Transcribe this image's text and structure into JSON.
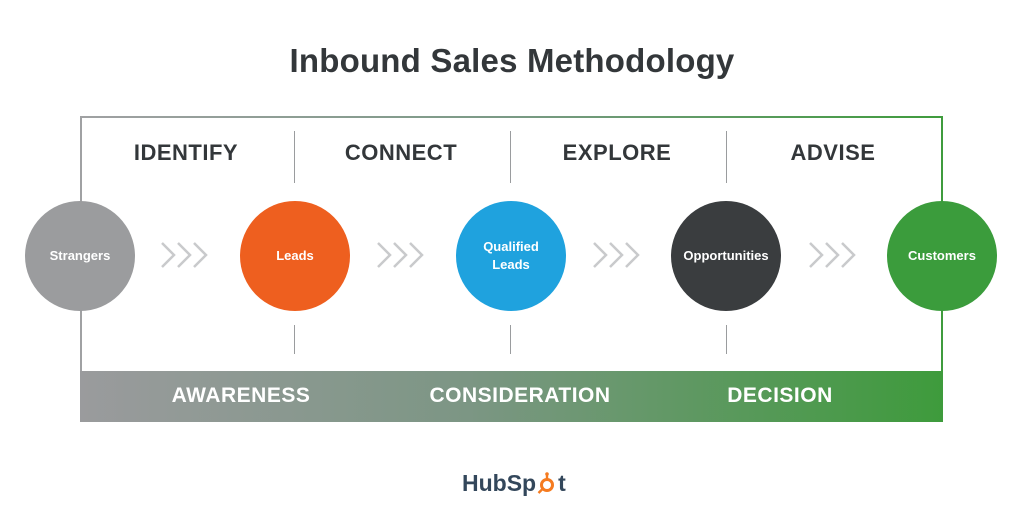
{
  "title": "Inbound Sales Methodology",
  "stages": [
    "IDENTIFY",
    "CONNECT",
    "EXPLORE",
    "ADVISE"
  ],
  "nodes": [
    {
      "label": "Strangers",
      "color": "#9b9c9e"
    },
    {
      "label": "Leads",
      "color": "#ee5f1f"
    },
    {
      "label": "Qualified Leads",
      "color": "#1fa2de"
    },
    {
      "label": "Opportunities",
      "color": "#3a3d3f"
    },
    {
      "label": "Customers",
      "color": "#3b9c3c"
    }
  ],
  "phases": [
    "AWARENESS",
    "CONSIDERATION",
    "DECISION"
  ],
  "brand": {
    "logo_prefix": "HubSp",
    "logo_suffix": "t",
    "logo_color": "#33475b",
    "sprocket_color": "#f57b20"
  },
  "colors": {
    "chevron": "#c9cacc",
    "divider": "#9a9c9e",
    "text_dark": "#33373a"
  }
}
